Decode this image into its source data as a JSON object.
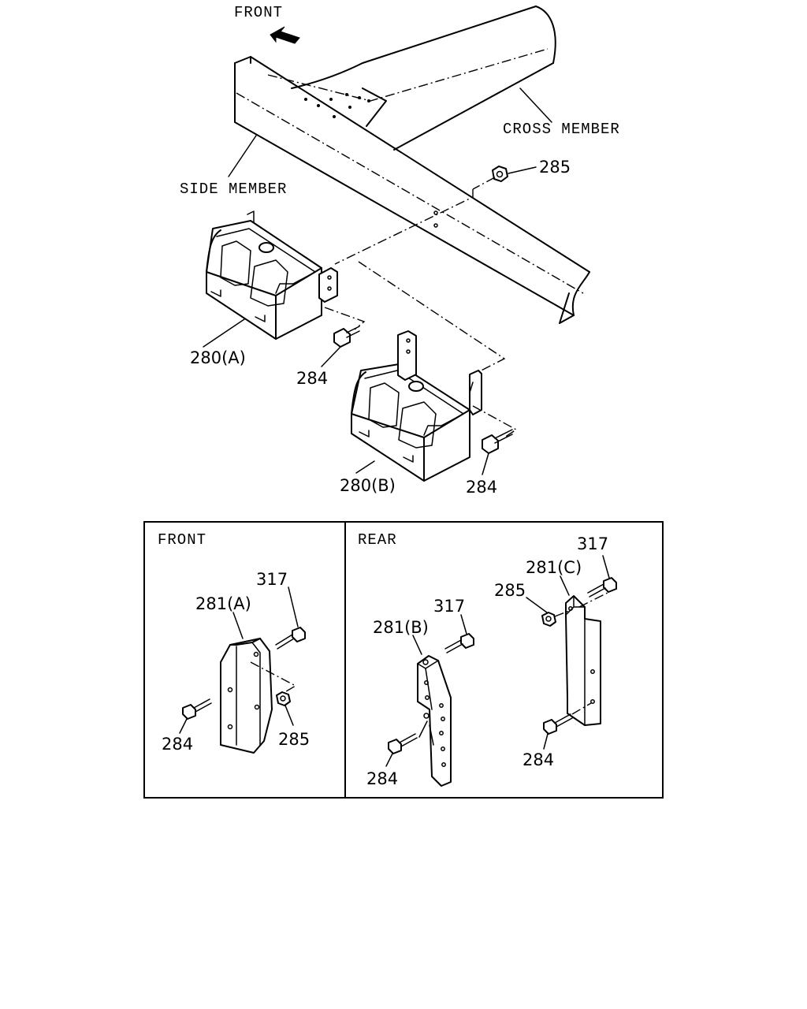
{
  "labels": {
    "front_direction": "FRONT",
    "cross_member": "CROSS MEMBER",
    "side_member": "SIDE MEMBER",
    "part_285_top": "285",
    "part_280a": "280(A)",
    "part_284_a": "284",
    "part_280b": "280(B)",
    "part_284_b": "284"
  },
  "inset": {
    "front_panel": {
      "title": "FRONT",
      "part_317": "317",
      "part_281a": "281(A)",
      "part_284": "284",
      "part_285": "285"
    },
    "rear_panel": {
      "title": "REAR",
      "part_317_b": "317",
      "part_281b": "281(B)",
      "part_284_b": "284",
      "part_317_c": "317",
      "part_281c": "281(C)",
      "part_285": "285",
      "part_284_c": "284"
    }
  },
  "icons": {
    "front_arrow": "arrow-icon"
  }
}
